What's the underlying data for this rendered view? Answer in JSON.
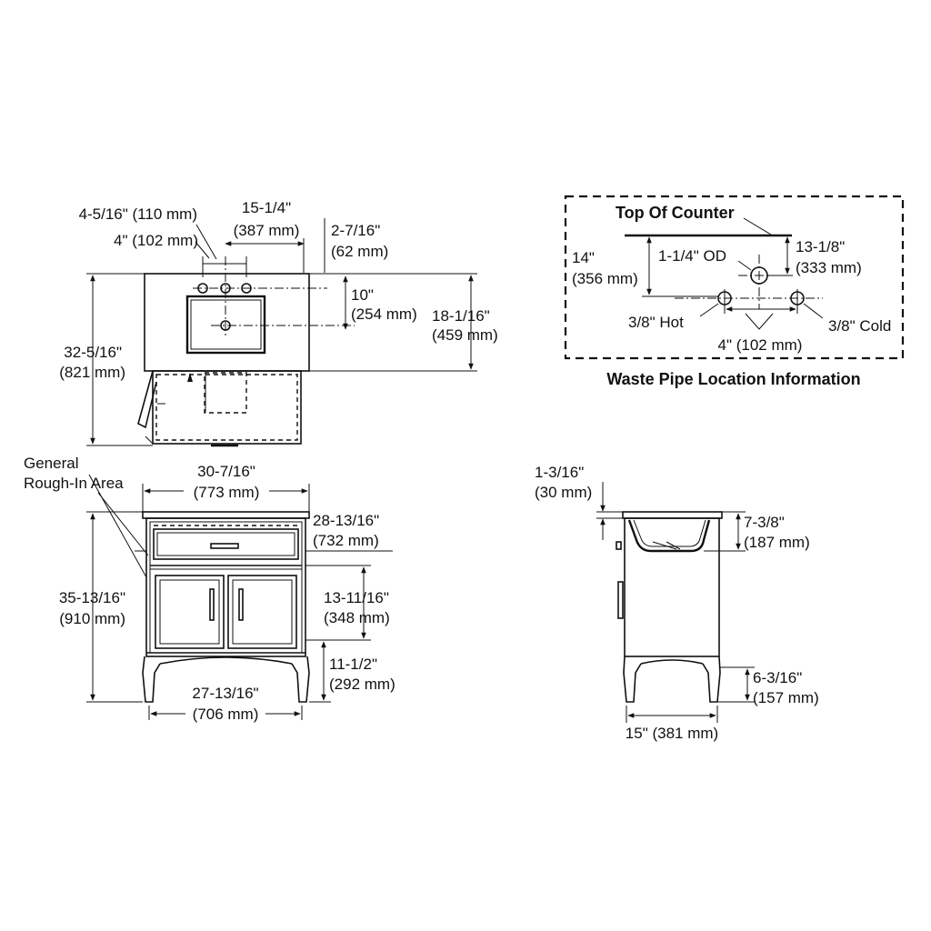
{
  "top_view": {
    "d_4_5_16": "4-5/16\" (110 mm)",
    "d_4": "4\" (102 mm)",
    "d_15_1_4_a": "15-1/4\"",
    "d_15_1_4_b": "(387 mm)",
    "d_2_7_16_a": "2-7/16\"",
    "d_2_7_16_b": "(62 mm)",
    "d_10_a": "10\"",
    "d_10_b": "(254 mm)",
    "d_18_1_16_a": "18-1/16\"",
    "d_18_1_16_b": "(459 mm)",
    "d_32_5_16_a": "32-5/16\"",
    "d_32_5_16_b": "(821 mm)"
  },
  "waste_pipe": {
    "title": "Waste Pipe Location Information",
    "top_of_counter": "Top Of Counter",
    "d_14_a": "14\"",
    "d_14_b": "(356 mm)",
    "od": "1-1/4\" OD",
    "d_13_1_8_a": "13-1/8\"",
    "d_13_1_8_b": "(333 mm)",
    "hot": "3/8\" Hot",
    "cold": "3/8\" Cold",
    "d_4": "4\" (102 mm)"
  },
  "front_view": {
    "rough_in_a": "General",
    "rough_in_b": "Rough-In Area",
    "d_30_7_16_a": "30-7/16\"",
    "d_30_7_16_b": "(773 mm)",
    "d_28_13_16_a": "28-13/16\"",
    "d_28_13_16_b": "(732 mm)",
    "d_13_11_16_a": "13-11/16\"",
    "d_13_11_16_b": "(348 mm)",
    "d_11_1_2_a": "11-1/2\"",
    "d_11_1_2_b": "(292 mm)",
    "d_35_13_16_a": "35-13/16\"",
    "d_35_13_16_b": "(910 mm)",
    "d_27_13_16_a": "27-13/16\"",
    "d_27_13_16_b": "(706 mm)"
  },
  "side_view": {
    "d_1_3_16_a": "1-3/16\"",
    "d_1_3_16_b": "(30 mm)",
    "d_7_3_8_a": "7-3/8\"",
    "d_7_3_8_b": "(187 mm)",
    "d_6_3_16_a": "6-3/16\"",
    "d_6_3_16_b": "(157 mm)",
    "d_15": "15\" (381 mm)"
  }
}
